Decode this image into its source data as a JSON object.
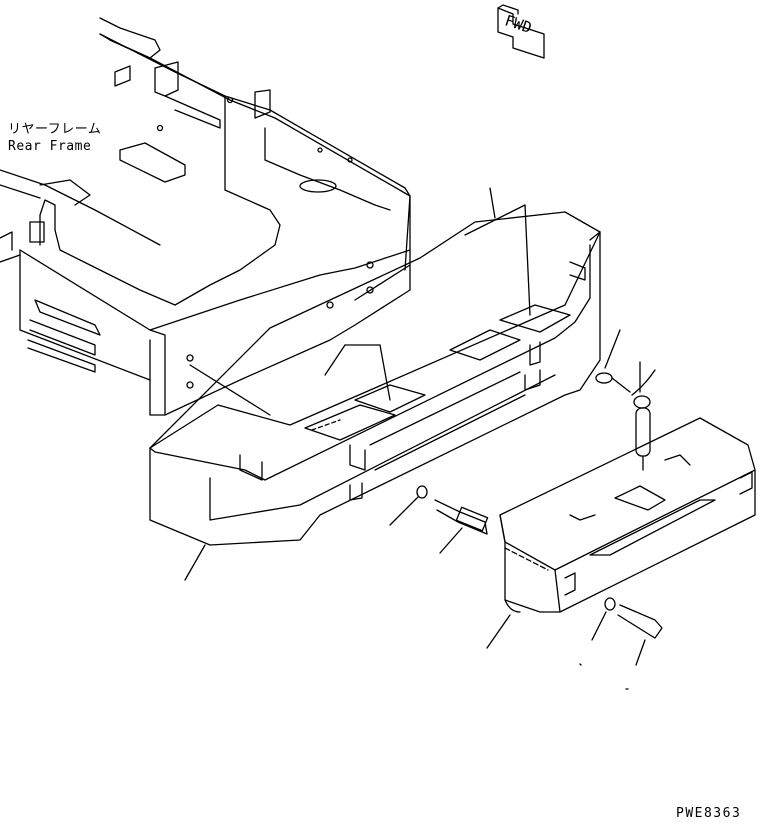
{
  "labels": {
    "rear_frame_jp": "リヤーフレーム",
    "rear_frame_en": "Rear Frame",
    "fwd": "FWD",
    "drawing_code": "PWE8363"
  },
  "colors": {
    "line": "#000000",
    "background": "#ffffff"
  }
}
